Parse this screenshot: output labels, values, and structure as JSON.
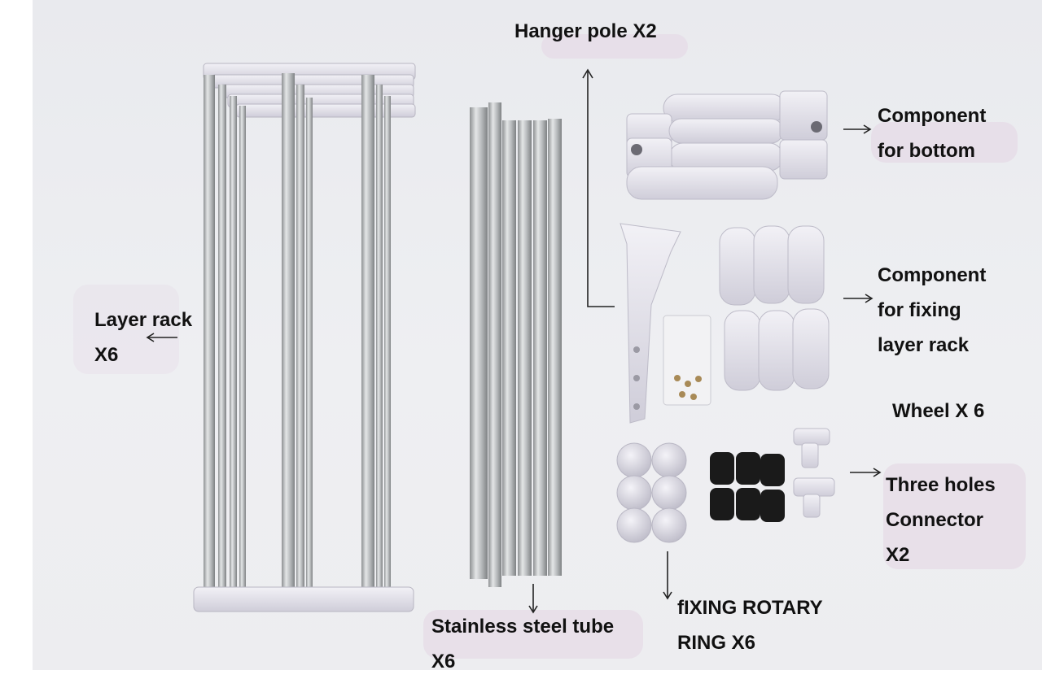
{
  "labels": {
    "hanger_pole": "Hanger pole X2",
    "component_bottom": [
      "Component",
      "for bottom"
    ],
    "component_fixing": [
      "Component",
      "for fixing",
      "layer rack"
    ],
    "layer_rack": [
      "Layer rack",
      "X6"
    ],
    "wheel": "Wheel X 6",
    "three_holes": [
      "Three holes",
      "Connector",
      "X2"
    ],
    "stainless_tube": [
      "Stainless steel tube",
      "X6"
    ],
    "fixing_ring": [
      "fIXING ROTARY",
      "RING X6"
    ]
  },
  "colors": {
    "background": "#ebecef",
    "steel": "#b9bcbe",
    "plastic": "#e3e1ea",
    "wheel": "#1a1a1a",
    "text": "#111111"
  }
}
